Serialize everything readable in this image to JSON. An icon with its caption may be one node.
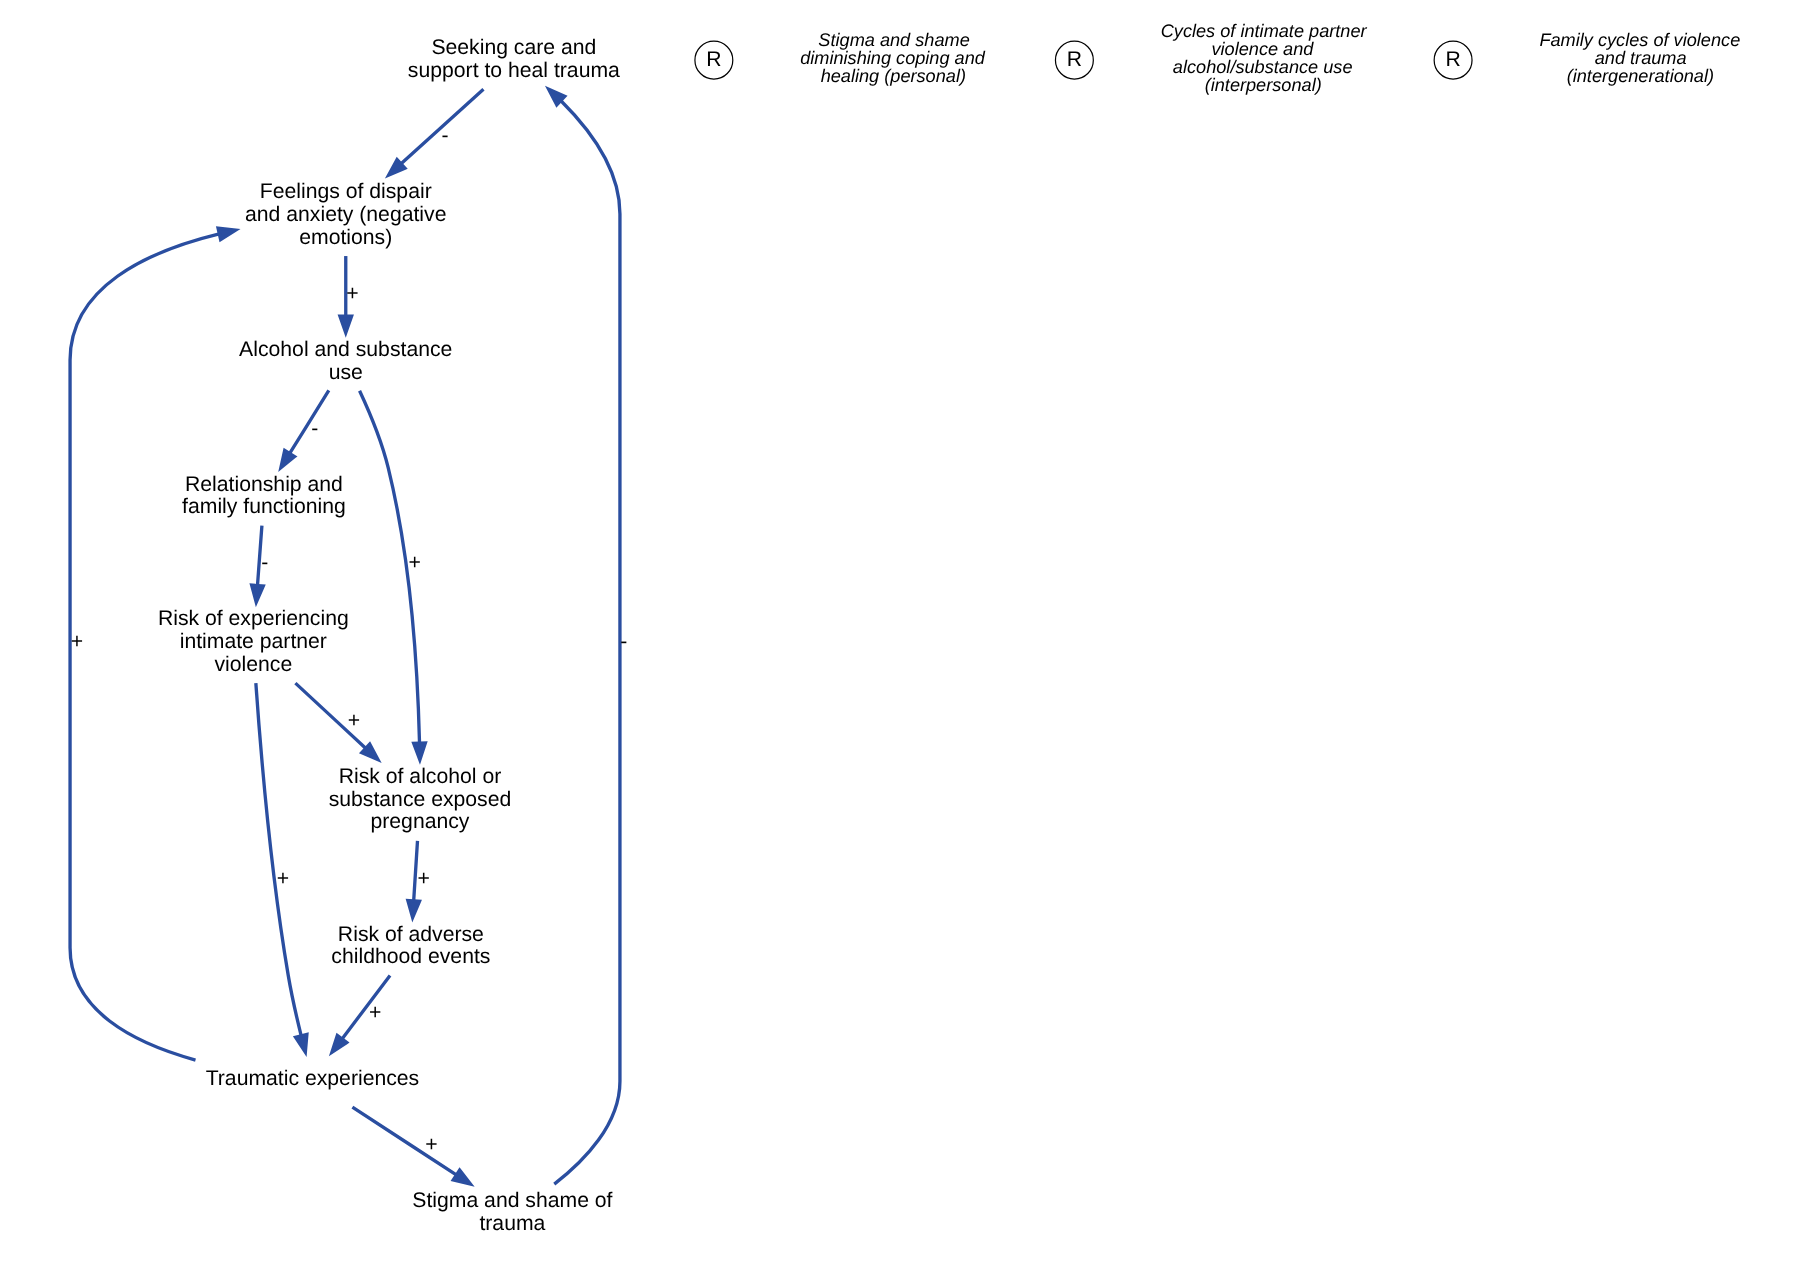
{
  "diagram": {
    "nodes": [
      {
        "text": [
          "Seeking care and support to heal trauma"
        ]
      },
      {
        "text": [
          "Feelings of dispair and anxiety (negative emotions)"
        ]
      },
      {
        "text": [
          "Alcohol and substance use"
        ]
      },
      {
        "text": [
          "Relationship and family functioning"
        ]
      },
      {
        "text": [
          "Risk of experiencing intimate partner violence"
        ]
      },
      {
        "text": [
          "Risk of alcohol or substance exposed pregnancy"
        ]
      },
      {
        "text": [
          "Risk of adverse childhood events"
        ]
      },
      {
        "text": [
          "Traumatic experiences"
        ]
      },
      {
        "text": [
          "Stigma and shame of trauma"
        ]
      },
      {
        "text": [
          "R"
        ],
        "beside": [
          "Stigma and shame diminishing coping and healing (personal)"
        ]
      },
      {
        "text": [
          "R"
        ],
        "beside": [
          "Cycles of intimate partner violence and alcohol/substance use (interpersonal)"
        ]
      },
      {
        "text": [
          "R"
        ],
        "beside": [
          "Family cycles of violence and trauma (intergenerational)"
        ]
      }
    ],
    "edges": [
      {
        "from": 0,
        "to": 1,
        "arrow": "to",
        "label": "-"
      },
      {
        "from": 1,
        "to": 2,
        "arrow": "to",
        "label": "+"
      },
      {
        "from": 2,
        "to": 3,
        "arrow": "to",
        "label": "-"
      },
      {
        "from": 3,
        "to": 4,
        "arrow": "to",
        "label": "-"
      },
      {
        "from": 4,
        "to": 7,
        "arrow": "to",
        "label": "+"
      },
      {
        "from": 4,
        "to": 5,
        "arrow": "to",
        "label": "+"
      },
      {
        "from": 2,
        "to": 5,
        "arrow": "to",
        "label": "+"
      },
      {
        "from": 5,
        "to": 6,
        "arrow": "to",
        "label": "+"
      },
      {
        "from": 6,
        "to": 7,
        "arrow": "to",
        "label": "+"
      },
      {
        "from": 7,
        "to": 1,
        "arrow": "to",
        "label": "+"
      },
      {
        "from": 7,
        "to": 8,
        "arrow": "to",
        "label": "+"
      },
      {
        "from": 8,
        "to": 0,
        "arrow": "to",
        "label": "-"
      }
    ]
  }
}
